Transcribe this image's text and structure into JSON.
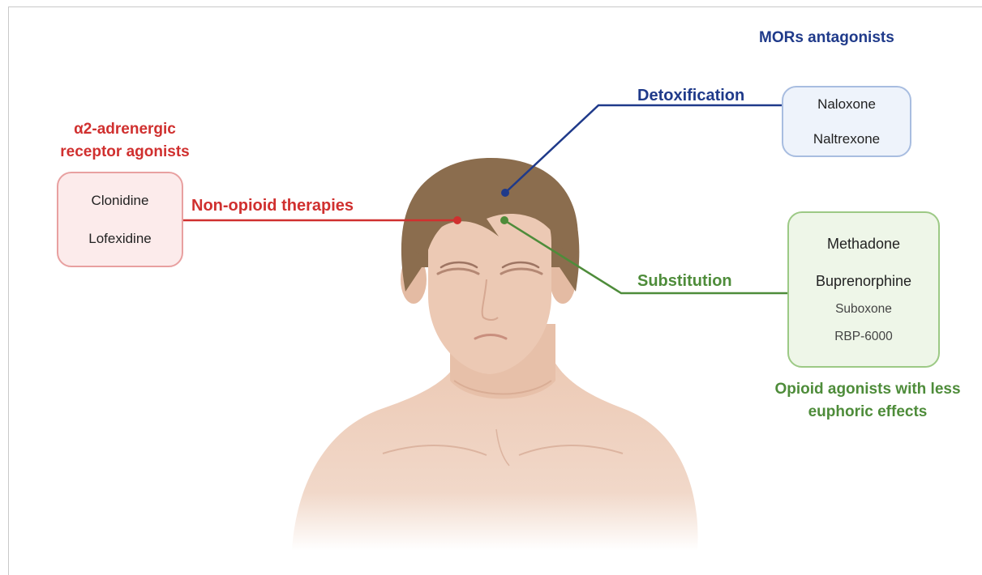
{
  "colors": {
    "red": "#d0302f",
    "blue": "#1f3a8a",
    "green": "#4e8c3a",
    "hair": "#8b6d4e",
    "skin": "#ecc9b4"
  },
  "non_opioid": {
    "category": "α2-adrenergic receptor agonists",
    "therapy": "Non-opioid therapies",
    "drugs": [
      "Clonidine",
      "Lofexidine"
    ]
  },
  "detox": {
    "category": "MORs antagonists",
    "therapy": "Detoxification",
    "drugs": [
      "Naloxone",
      "Naltrexone"
    ]
  },
  "substitution": {
    "category": "Opioid agonists with less euphoric effects",
    "therapy": "Substitution",
    "drugs": [
      "Methadone",
      "Buprenorphine"
    ],
    "sub_drugs": [
      "Suboxone",
      "RBP-6000"
    ]
  }
}
